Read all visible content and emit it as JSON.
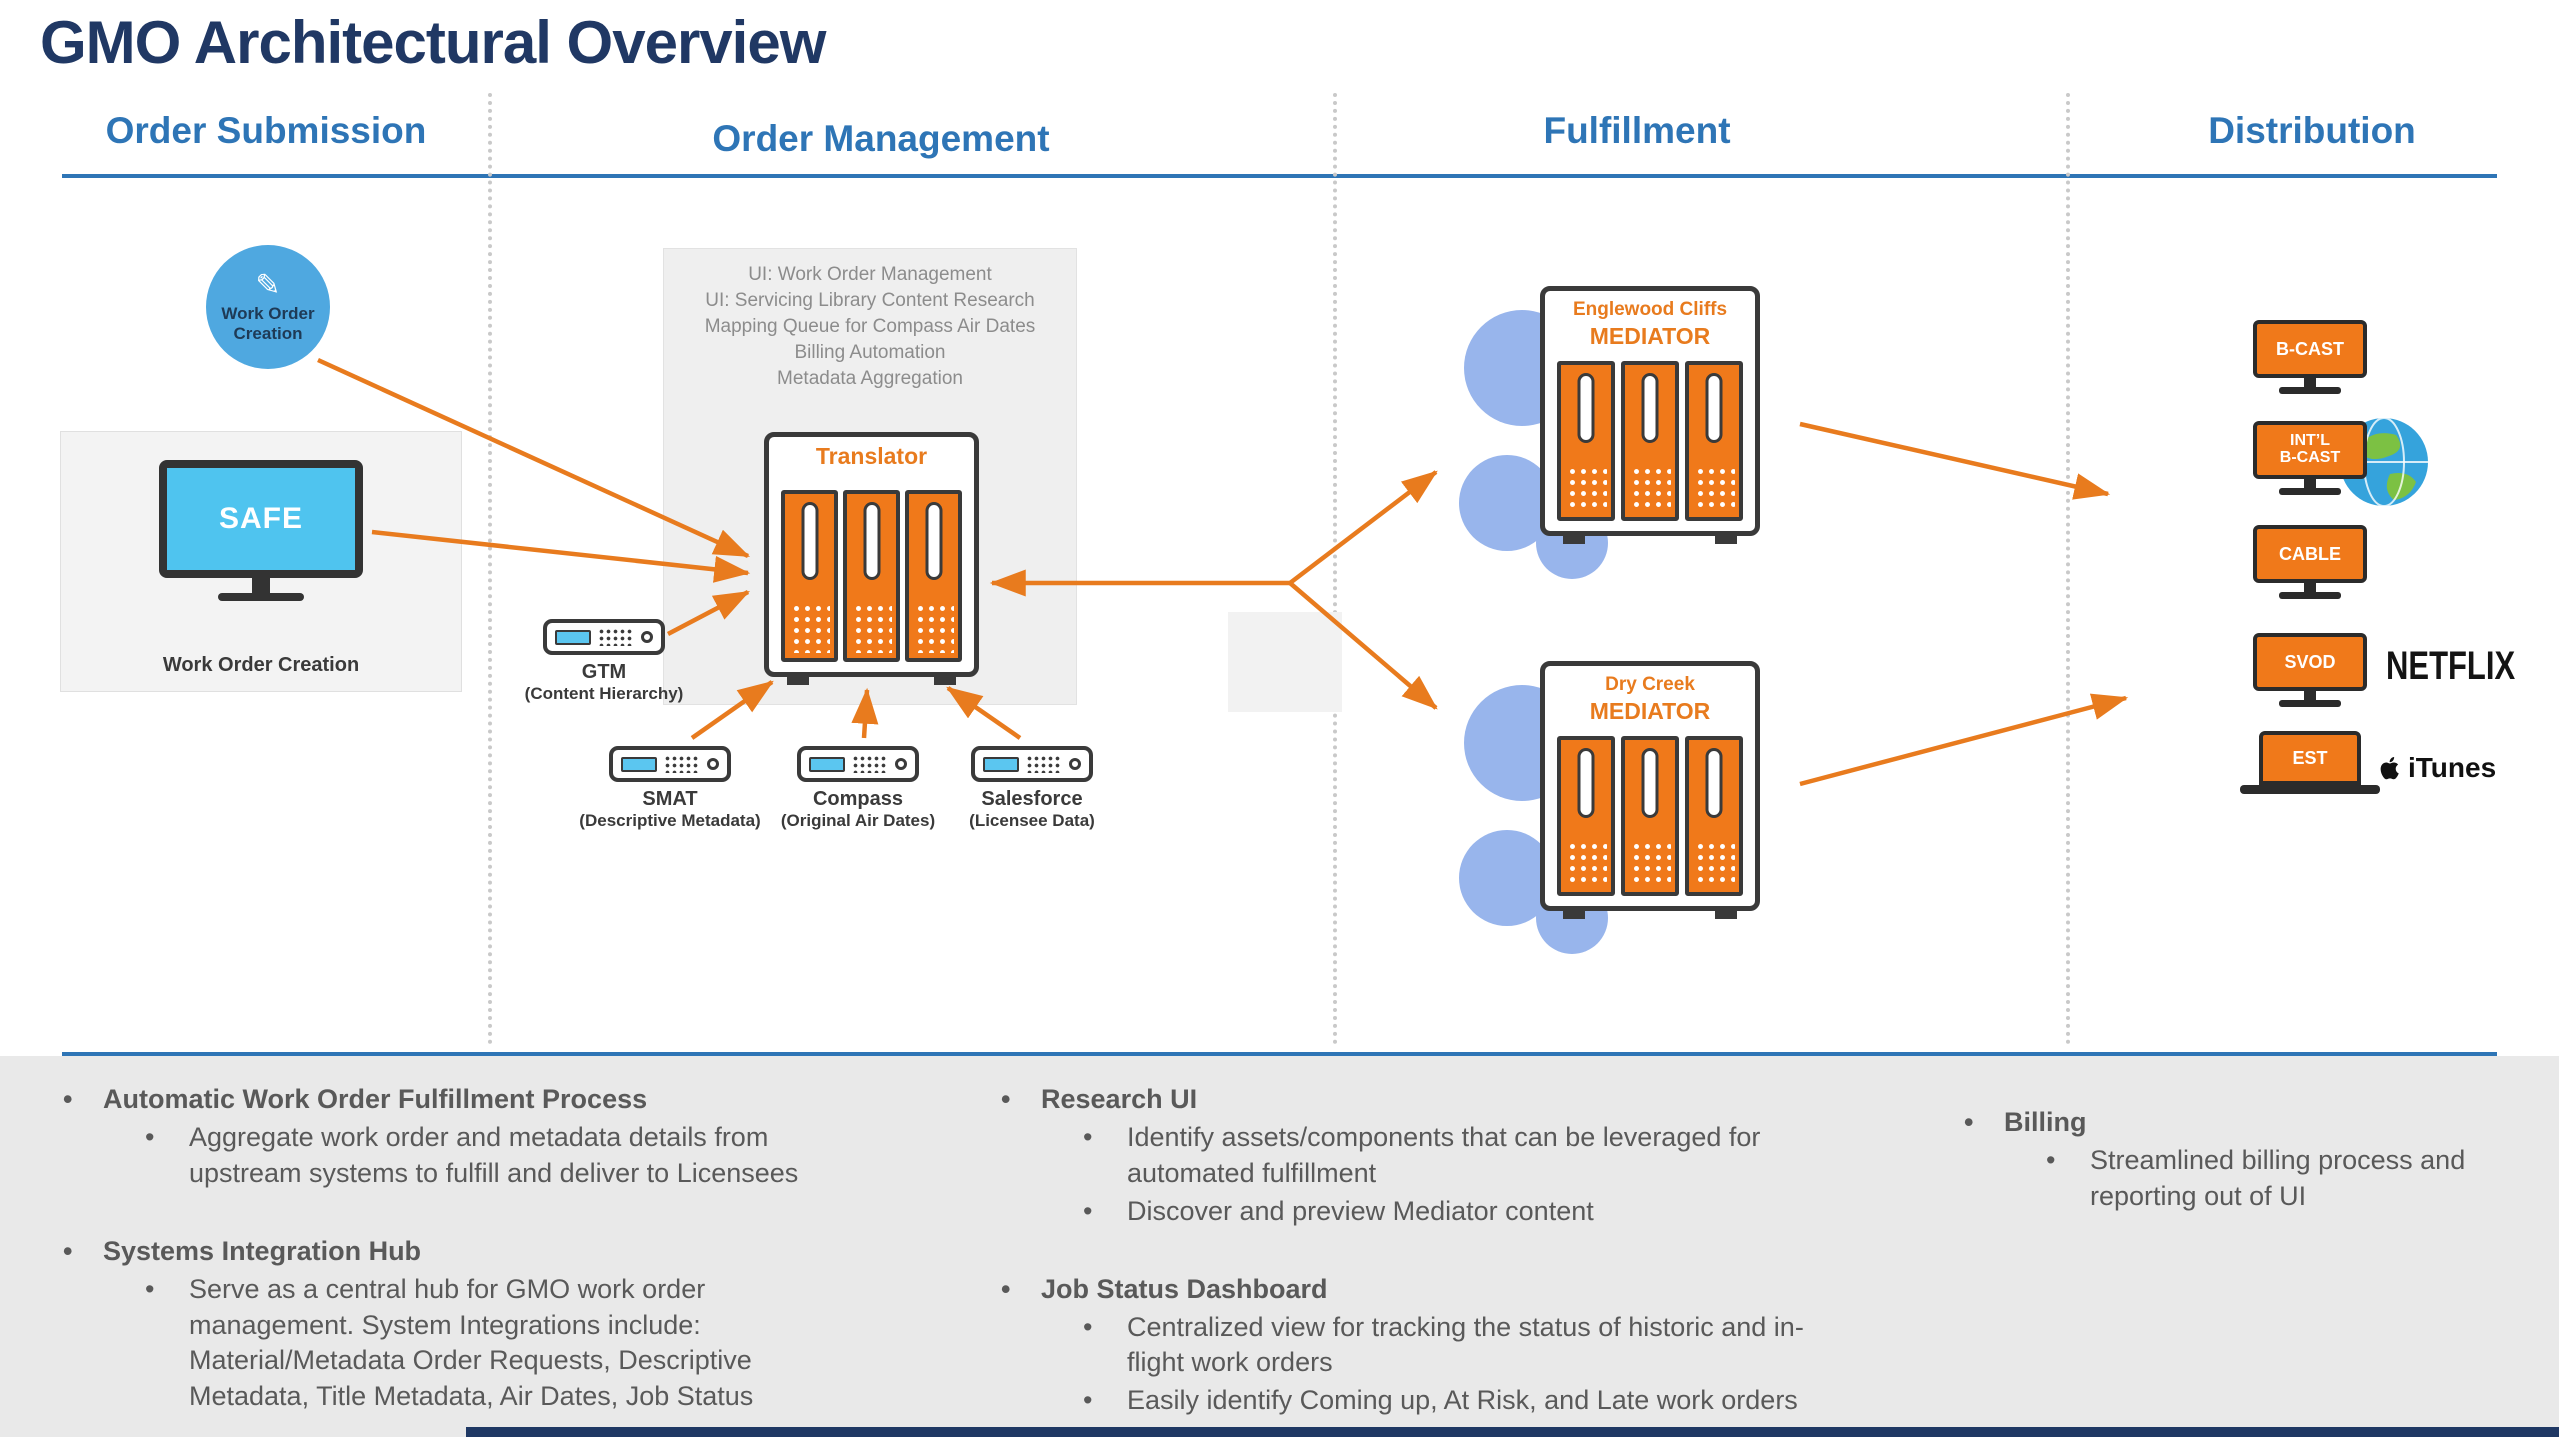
{
  "title": "GMO Architectural Overview",
  "headers": {
    "order_submission": "Order Submission",
    "order_management": "Order Management",
    "fulfillment": "Fulfillment",
    "distribution": "Distribution"
  },
  "order_submission": {
    "circle_line1": "Work Order",
    "circle_line2": "Creation",
    "safe_screen": "SAFE",
    "safe_caption": "Work Order Creation"
  },
  "order_management": {
    "panel_lines": [
      "UI: Work Order Management",
      "UI: Servicing Library Content Research",
      "Mapping Queue for Compass Air Dates",
      "Billing Automation",
      "Metadata Aggregation"
    ],
    "translator": "Translator",
    "devices": [
      {
        "name": "GTM",
        "subtitle": "(Content Hierarchy)"
      },
      {
        "name": "SMAT",
        "subtitle": "(Descriptive Metadata)"
      },
      {
        "name": "Compass",
        "subtitle": "(Original Air Dates)"
      },
      {
        "name": "Salesforce",
        "subtitle": "(Licensee Data)"
      }
    ]
  },
  "fulfillment": {
    "mediator1_location": "Englewood Cliffs",
    "mediator1_name": "MEDIATOR",
    "mediator2_location": "Dry Creek",
    "mediator2_name": "MEDIATOR"
  },
  "distribution": {
    "bcast": "B-CAST",
    "intl_line1": "INT’L",
    "intl_line2": "B-CAST",
    "cable": "CABLE",
    "svod": "SVOD",
    "est": "EST",
    "netflix": "NETFLIX",
    "itunes": "iTunes"
  },
  "footer": {
    "col1": [
      {
        "heading": "Automatic Work Order Fulfillment Process",
        "items": [
          "Aggregate work order and metadata details from upstream systems to fulfill and deliver to Licensees"
        ]
      },
      {
        "heading": "Systems Integration Hub",
        "items": [
          "Serve as a central hub for GMO work order management. System Integrations include: Material/Metadata Order Requests, Descriptive Metadata, Title Metadata, Air Dates, Job Status"
        ]
      }
    ],
    "col2": [
      {
        "heading": "Research UI",
        "items": [
          "Identify assets/components that can be leveraged for automated fulfillment",
          "Discover and preview Mediator content"
        ]
      },
      {
        "heading": "Job Status Dashboard",
        "items": [
          "Centralized view for tracking the status of historic and in-flight work orders",
          "Easily identify Coming up, At Risk, and Late work orders"
        ]
      }
    ],
    "col3": [
      {
        "heading": "Billing",
        "items": [
          "Streamlined billing process and reporting out of UI"
        ]
      }
    ]
  },
  "colors": {
    "accent_orange": "#E87B1E",
    "header_blue": "#2E75B6",
    "title_navy": "#203864",
    "screen_blue": "#4FC4EF",
    "cloud_blue": "#98B5EC",
    "footer_text": "#595959"
  }
}
